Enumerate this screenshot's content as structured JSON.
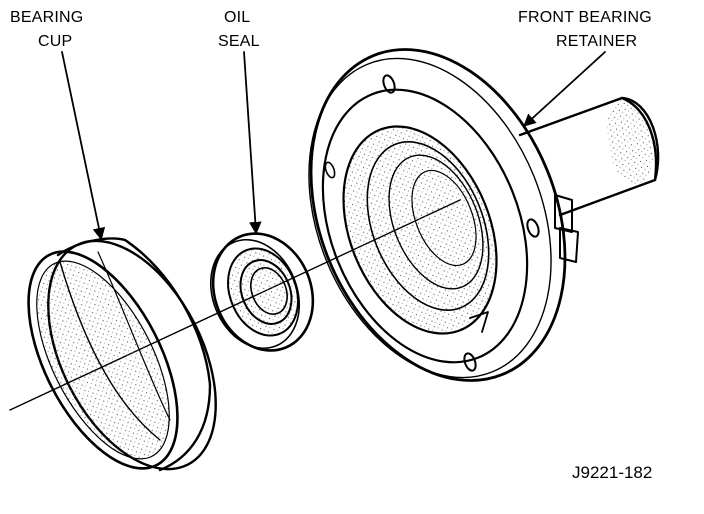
{
  "labels": {
    "bearing_cup": [
      "BEARING",
      "CUP"
    ],
    "oil_seal": [
      "OIL",
      "SEAL"
    ],
    "front_bearing_retainer": [
      "FRONT BEARING",
      "RETAINER"
    ]
  },
  "figure_id": "J9221-182"
}
